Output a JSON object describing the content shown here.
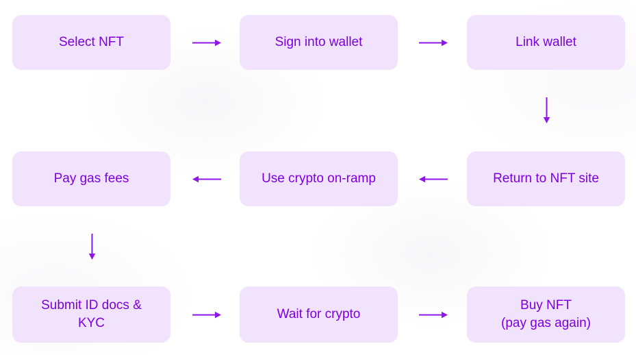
{
  "flowchart": {
    "nodes": [
      {
        "id": "select-nft",
        "label": "Select NFT"
      },
      {
        "id": "sign-into-wallet",
        "label": "Sign into wallet"
      },
      {
        "id": "link-wallet",
        "label": "Link wallet"
      },
      {
        "id": "pay-gas-fees",
        "label": "Pay gas fees"
      },
      {
        "id": "use-crypto-onramp",
        "label": "Use crypto on-ramp"
      },
      {
        "id": "return-to-nft-site",
        "label": "Return to NFT site"
      },
      {
        "id": "submit-id-kyc",
        "label": "Submit ID docs &\nKYC"
      },
      {
        "id": "wait-for-crypto",
        "label": "Wait for crypto"
      },
      {
        "id": "buy-nft",
        "label": "Buy NFT\n(pay gas again)"
      }
    ],
    "arrows": [
      {
        "direction": "right",
        "from": "Select NFT",
        "to": "Sign into wallet"
      },
      {
        "direction": "right",
        "from": "Sign into wallet",
        "to": "Link wallet"
      },
      {
        "direction": "down",
        "from": "Link wallet",
        "to": "Return to NFT site"
      },
      {
        "direction": "left",
        "from": "Return to NFT site",
        "to": "Use crypto on-ramp"
      },
      {
        "direction": "left",
        "from": "Use crypto on-ramp",
        "to": "Pay gas fees"
      },
      {
        "direction": "down",
        "from": "Pay gas fees",
        "to": "Submit ID docs & KYC"
      },
      {
        "direction": "right",
        "from": "Submit ID docs & KYC",
        "to": "Wait for crypto"
      },
      {
        "direction": "right",
        "from": "Wait for crypto",
        "to": "Buy NFT (pay gas again)"
      }
    ]
  },
  "colors": {
    "node_fill": "#F1E3FB",
    "node_text": "#7C00DF",
    "arrow": "#8E16E8",
    "background": "#FFFFFF"
  }
}
